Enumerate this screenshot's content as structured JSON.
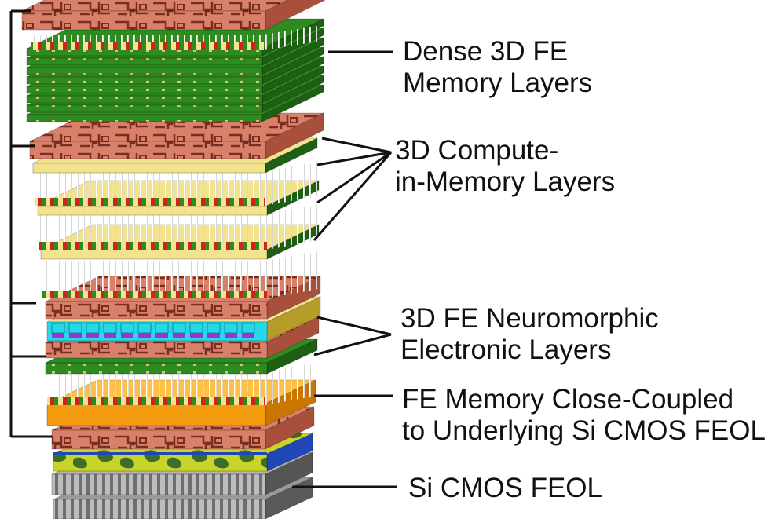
{
  "colors": {
    "copper": "#d9806a",
    "copper_dark": "#a9503c",
    "copper_light": "#f0a48e",
    "green": "#2e8b1f",
    "green_dark": "#1d5f13",
    "gold": "#f3e38f",
    "red": "#c9261d",
    "cyan": "#28d8e8",
    "purple": "#9c35c9",
    "orange": "#f59b10",
    "blue": "#1f47b8",
    "yellow_green": "#c8d42a",
    "gray": "#8a8a8a",
    "gray_dark": "#5a5a5a",
    "line": "#111111"
  },
  "labels": {
    "dense_memory": {
      "line1": "Dense 3D FE",
      "line2": "Memory Layers"
    },
    "compute_in_memory": {
      "line1": "3D Compute-",
      "line2": "in-Memory Layers"
    },
    "neuromorphic": {
      "line1": "3D FE Neuromorphic",
      "line2": "Electronic Layers"
    },
    "close_coupled": {
      "line1": "FE Memory Close-Coupled",
      "line2": "to Underlying Si CMOS FEOL"
    },
    "feol": {
      "line1": "Si CMOS FEOL"
    }
  }
}
